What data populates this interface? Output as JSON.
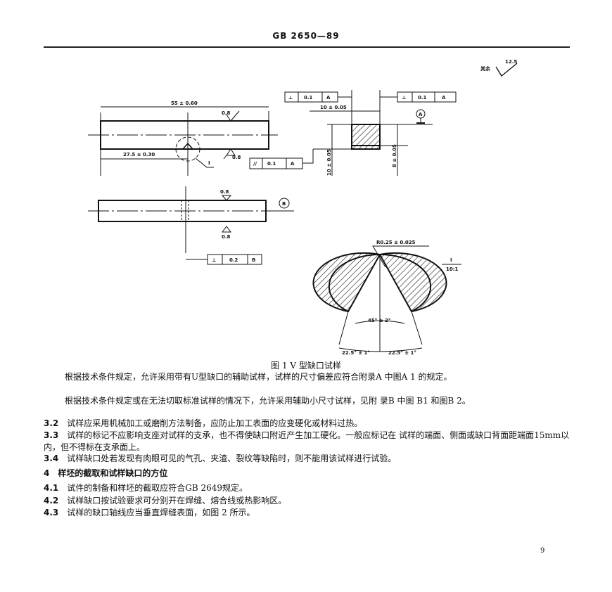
{
  "header": {
    "title": "GB 2650—89"
  },
  "figure": {
    "roughness_rest_label": "其余",
    "roughness_rest_value": "12.5",
    "dim_length": "55 ± 0.60",
    "dim_half_length": "27.5 ± 0.30",
    "roughness": "0.8",
    "detail_mark": "I",
    "datum_a": "A",
    "datum_b": "B",
    "tol_perp": "⊥",
    "tol_parallel": "//",
    "tol_01": "0.1",
    "tol_02": "0.2",
    "dim_width": "10 ± 0.05",
    "dim_height": "10 ± 0.05",
    "dim_ligament": "8 ± 0.05",
    "notch_radius": "R0.25 ± 0.025",
    "detail_scale_top": "I",
    "detail_scale_bottom": "10:1",
    "notch_angle": "45° ± 2°",
    "half_angle": "22.5° ± 1°",
    "caption": "图 1   V 型缺口试样"
  },
  "body": [
    {
      "num": "",
      "text": "根据技术条件规定，允许采用带有U型缺口的辅助试样，试样的尺寸偏差应符合附录A 中图A 1 的规定。"
    },
    {
      "num": "",
      "text": "根据技术条件规定或在无法切取标准试样的情况下，允许采用辅助小尺寸试样，见附 录B 中图 B1 和图B 2。"
    },
    {
      "num": "3.2",
      "text": "试样应采用机械加工或磨削方法制备，应防止加工表面的应变硬化或材料过热。"
    },
    {
      "num": "3.3",
      "text": "试样的标记不应影响支座对试样的支承，也不得使缺口附近产生加工硬化。一般应标记在 试样的端面、侧面或缺口背面距端面15mm以内，但不得标在支承面上。"
    },
    {
      "num": "3.4",
      "text": "试样缺口处若发现有肉眼可见的气孔、夹渣、裂纹等缺陷时，则不能用该试样进行试验。"
    },
    {
      "num": "4",
      "text": "样坯的截取和试样缺口的方位"
    },
    {
      "num": "4.1",
      "text": "试件的制备和样坯的截取应符合GB 2649规定。"
    },
    {
      "num": "4.2",
      "text": "试样缺口按试验要求可分别开在焊缝、熔合线或热影响区。"
    },
    {
      "num": "4.3",
      "text": "试样的缺口轴线应当垂直焊缝表面，如图 2 所示。"
    }
  ],
  "page_number": "9"
}
